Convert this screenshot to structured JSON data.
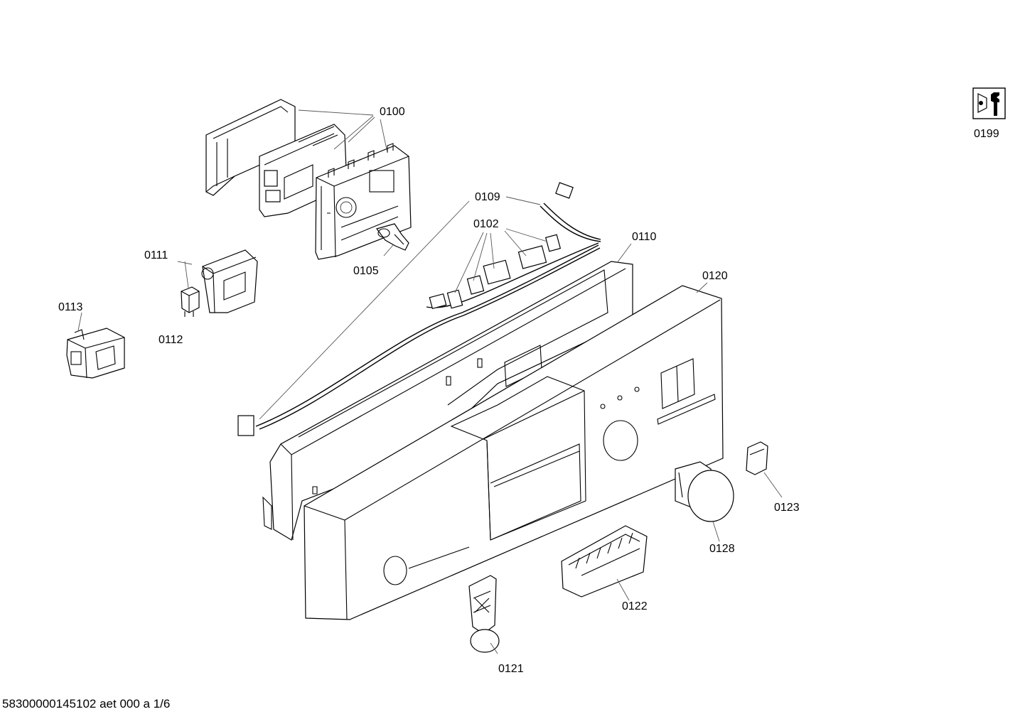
{
  "parts": [
    {
      "id": "p0100",
      "label": "0100"
    },
    {
      "id": "p0102",
      "label": "0102"
    },
    {
      "id": "p0105",
      "label": "0105"
    },
    {
      "id": "p0109",
      "label": "0109"
    },
    {
      "id": "p0110",
      "label": "0110"
    },
    {
      "id": "p0111",
      "label": "0111"
    },
    {
      "id": "p0112",
      "label": "0112"
    },
    {
      "id": "p0113",
      "label": "0113"
    },
    {
      "id": "p0120",
      "label": "0120"
    },
    {
      "id": "p0121",
      "label": "0121"
    },
    {
      "id": "p0122",
      "label": "0122"
    },
    {
      "id": "p0123",
      "label": "0123"
    },
    {
      "id": "p0128",
      "label": "0128"
    },
    {
      "id": "p0199",
      "label": "0199"
    }
  ],
  "footer": {
    "text": "58300000145102 aet 000 a 1/6"
  }
}
